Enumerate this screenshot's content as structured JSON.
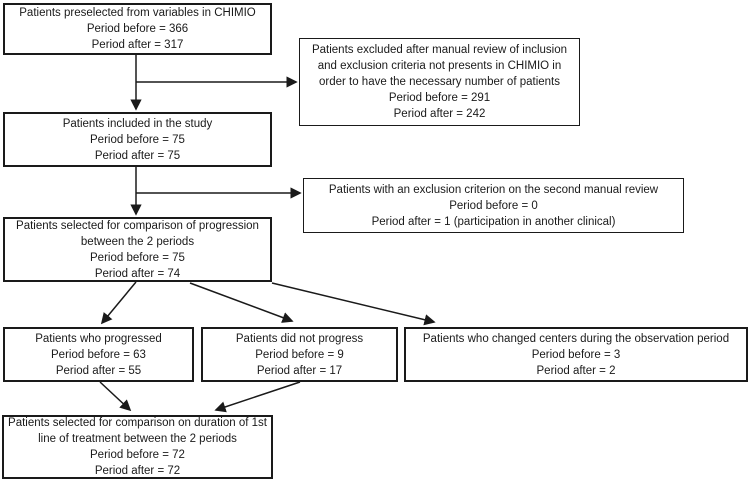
{
  "diagram_type": "patient-selection-flowchart",
  "colors": {
    "background": "#ffffff",
    "box_border": "#1a1a1a",
    "text": "#1a1a1a",
    "arrow": "#1a1a1a"
  },
  "boxes": {
    "preselected": {
      "lines": [
        "Patients preselected from variables in CHIMIO",
        "Period before = 366",
        "Period after = 317"
      ]
    },
    "excluded_manual_review": {
      "lines": [
        "Patients excluded after manual review of inclusion",
        "and exclusion criteria not presents in CHIMIO in",
        "order to have the necessary number of patients",
        "Period before = 291",
        "Period after = 242"
      ]
    },
    "included": {
      "lines": [
        "Patients included in the study",
        "Period before = 75",
        "Period after = 75"
      ]
    },
    "excluded_second_review": {
      "lines": [
        "Patients with an exclusion criterion on the second manual review",
        "Period before = 0",
        "Period after = 1 (participation in another clinical)"
      ]
    },
    "progression_comparison": {
      "lines": [
        "Patients selected for comparison of progression",
        "between the 2 periods",
        "Period before = 75",
        "Period after = 74"
      ]
    },
    "progressed": {
      "lines": [
        "Patients who progressed",
        "Period before = 63",
        "Period after = 55"
      ]
    },
    "did_not_progress": {
      "lines": [
        "Patients did not progress",
        "Period before = 9",
        "Period after = 17"
      ]
    },
    "changed_centers": {
      "lines": [
        "Patients who changed centers during the observation period",
        "Period before = 3",
        "Period after = 2"
      ]
    },
    "duration_comparison": {
      "lines": [
        "Patients selected for comparison on duration of 1st",
        "line of treatment between the 2 periods",
        "Period before = 72",
        "Period after = 72"
      ]
    }
  }
}
